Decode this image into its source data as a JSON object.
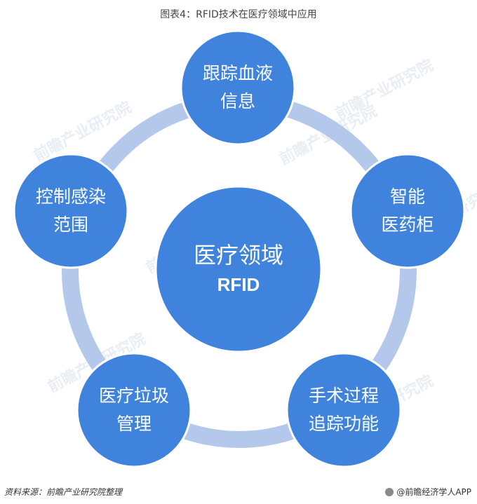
{
  "title": "图表4：RFID技术在医疗领域中应用",
  "center": {
    "line1": "医疗领域",
    "line2": "RFID"
  },
  "nodes": [
    {
      "line1": "跟踪血液",
      "line2": "信息"
    },
    {
      "line1": "智能",
      "line2": "医药柜"
    },
    {
      "line1": "手术过程",
      "line2": "追踪功能"
    },
    {
      "line1": "医疗垃圾",
      "line2": "管理"
    },
    {
      "line1": "控制感染",
      "line2": "范围"
    }
  ],
  "footer": {
    "source": "资料来源：前瞻产业研究院整理",
    "brand": "@前瞻经济学人APP"
  },
  "watermark": "前瞻产业研究院",
  "colors": {
    "node": "#3f83dc",
    "ring": "#b4c8ec",
    "node_edge": "#2f6fc8"
  }
}
